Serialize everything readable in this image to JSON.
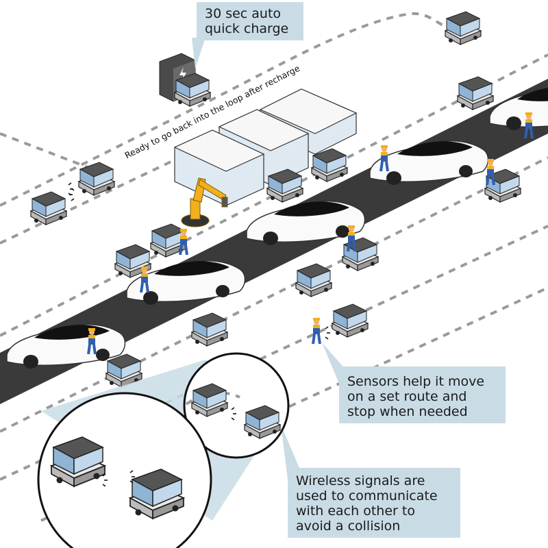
{
  "callouts": {
    "charge": "30 sec auto quick charge",
    "recharge_path": "Ready to go back into the loop after recharge",
    "sensors": "Sensors help it move on a set route and stop when needed",
    "wireless": "Wireless signals are used to communicate with each other to avoid a collision"
  },
  "colors": {
    "callout_bg": "#c9dce6",
    "road": "#3a3a3a",
    "route_dash": "#9a9a9a",
    "cart_blue": "#8fb4d6",
    "robot_arm": "#f2b01e",
    "worker_blue": "#2f5fb0"
  },
  "icons": [
    "charging-station-icon",
    "lightning-bolt-icon",
    "agv-cart-icon",
    "car-icon",
    "worker-icon",
    "robot-arm-icon",
    "wireless-signal-icon"
  ]
}
